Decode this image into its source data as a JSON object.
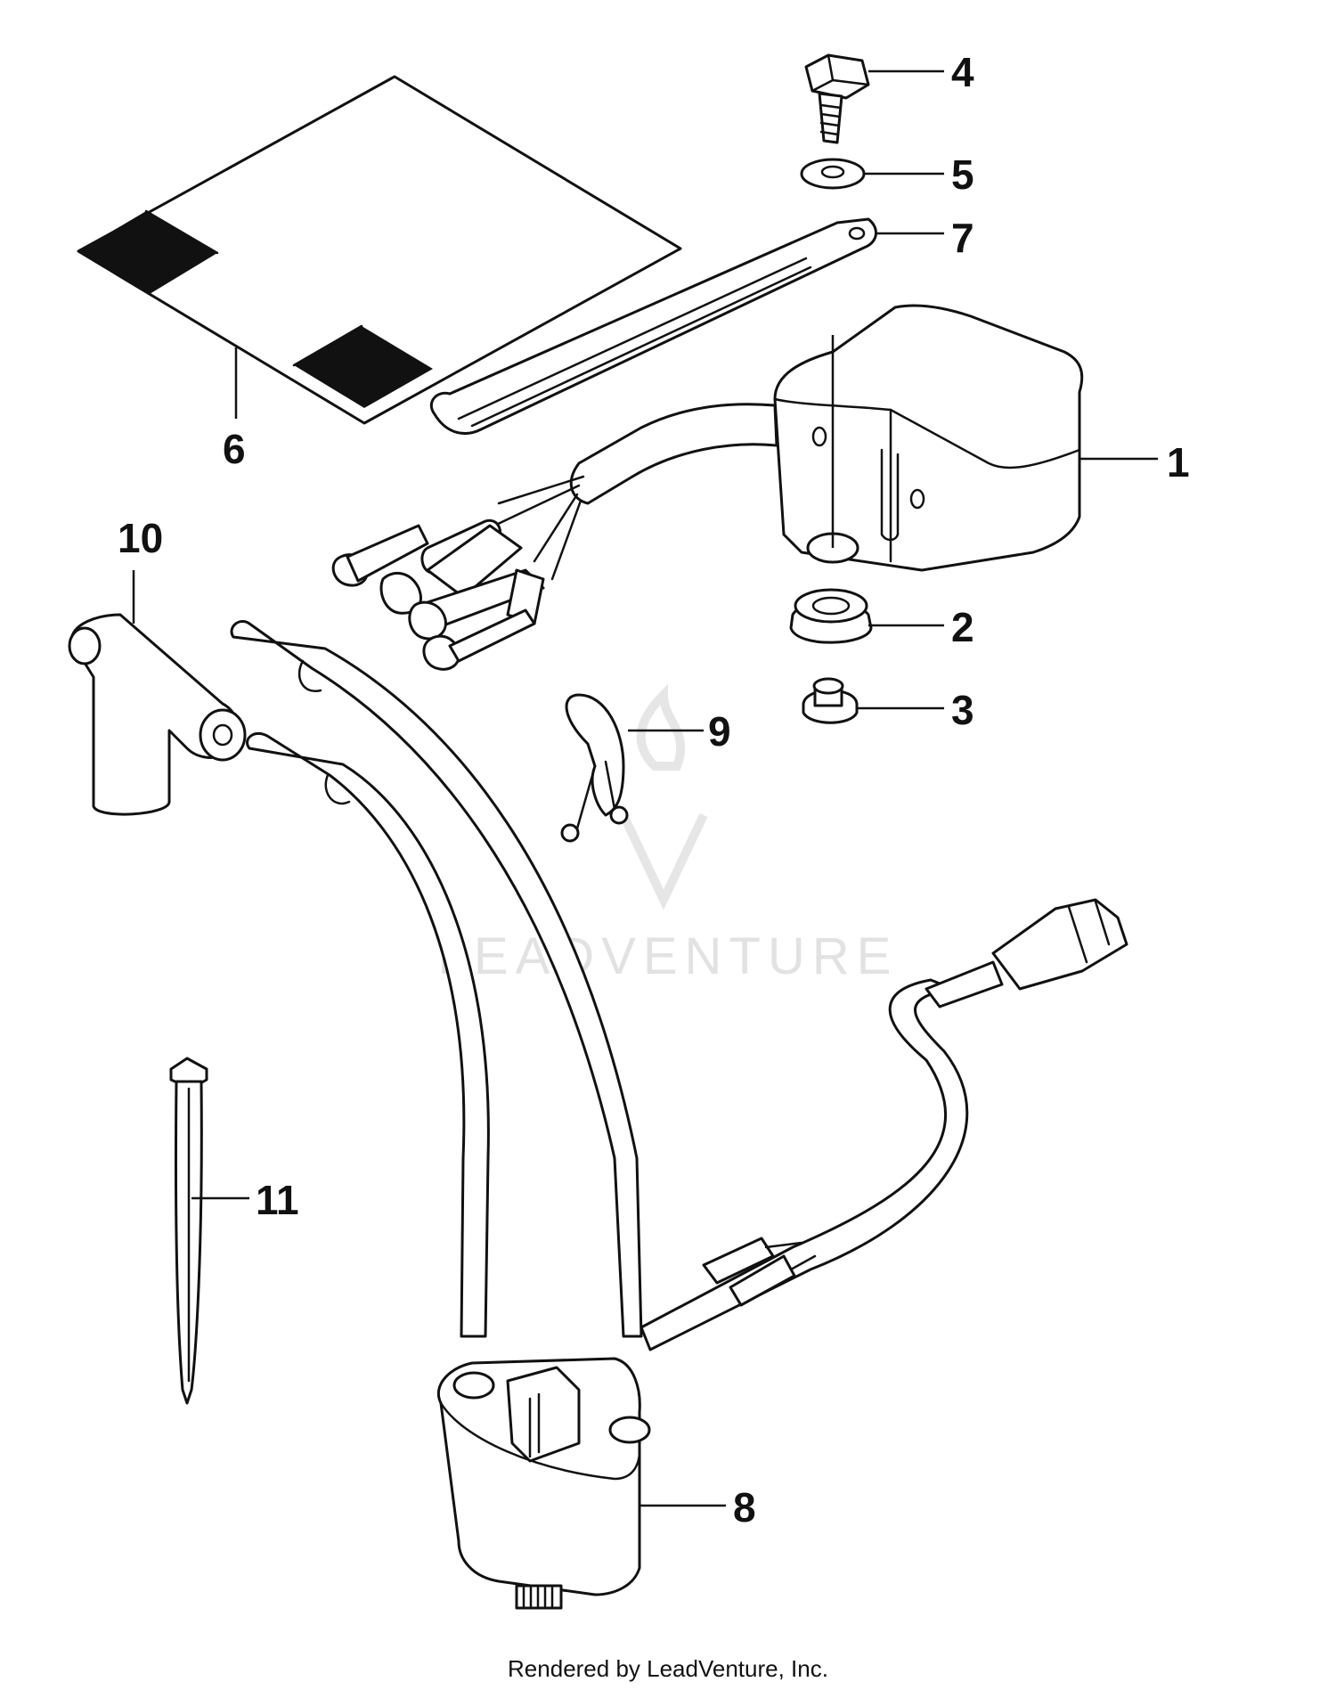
{
  "diagram": {
    "callouts": [
      "1",
      "2",
      "3",
      "4",
      "5",
      "6",
      "7",
      "8",
      "9",
      "10",
      "11"
    ]
  },
  "watermark": {
    "text": "LEADVENTURE"
  },
  "footer": {
    "text": "Rendered by LeadVenture, Inc."
  },
  "colors": {
    "line": "#111111",
    "background": "#ffffff",
    "watermark": "#e2e2e2"
  }
}
